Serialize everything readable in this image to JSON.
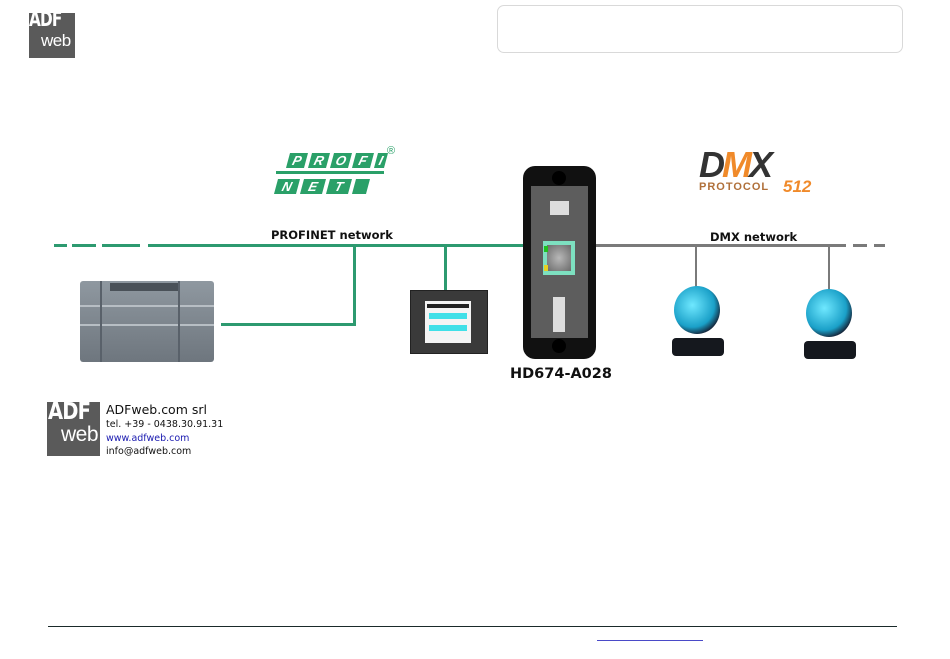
{
  "header": {
    "logo": {
      "line1": "ADF",
      "line2": "web"
    }
  },
  "diagram": {
    "profinet_logo": {
      "row1": [
        "P",
        "R",
        "O",
        "F",
        "I"
      ],
      "row2": [
        "N",
        "E",
        "T"
      ],
      "registered": "®"
    },
    "dmx_logo": {
      "d": "D",
      "m": "M",
      "x": "X",
      "protocol": "PROTOCOL",
      "number": "512"
    },
    "profinet_label": "PROFINET network",
    "dmx_label": "DMX network",
    "device_label": "HD674-A028",
    "colors": {
      "profinet_line": "#2d9a70",
      "dmx_line": "#7a7a7a"
    }
  },
  "contact": {
    "logo": {
      "line1": "ADF",
      "line2": "web"
    },
    "company": "ADFweb.com srl",
    "tel": "tel. +39 - 0438.30.91.31",
    "website": "www.adfweb.com",
    "email": "info@adfweb.com"
  }
}
